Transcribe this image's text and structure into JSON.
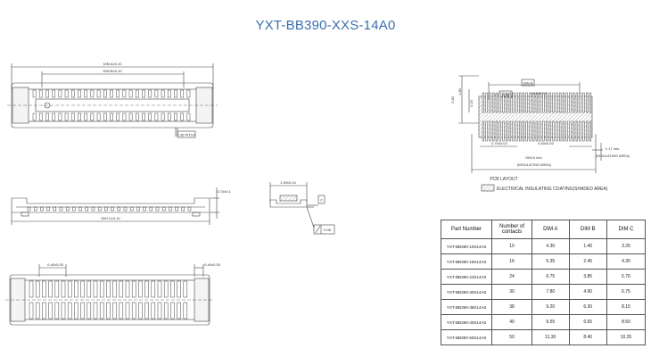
{
  "title": "YXT-BB390-XXS-14A0",
  "top_view": {
    "dim_a_label": "DIM A±0.10",
    "dim_b_label": "DIM B±0.10",
    "pitch_label": "0.35 PITCH"
  },
  "side_view": {
    "dim_c_label": "DIM C±0.10",
    "height_label": "0.70±0.1"
  },
  "section_view": {
    "width_label": "1.90±0.10",
    "flat_label": "0.08",
    "datum_label": "C"
  },
  "bottom_view": {
    "left_label": "0.40±0.05",
    "right_label": "0.40±0.05"
  },
  "pcb_layout": {
    "dim_b_label": "DIM B",
    "pad_w_label": "0.17±0.02",
    "pad_h_label": "0.35",
    "pad_len_label": "0.70±0.02",
    "gap_label": "0.63±0.02",
    "dim_a_label": "DIM A min.",
    "insulating_label": "(INSULATING AREA)",
    "right_min_label": "1.17 min.",
    "right_ins_label": "(INSULATING AREA)",
    "left_a": "2.80",
    "left_b": "1.80",
    "left_c": "0.20",
    "caption": "PCB LAYOUT",
    "legend": "ELECTRICAL INSULATING COATING(SHADED AREA)"
  },
  "table": {
    "headers": [
      "Part Number",
      "Number of contacts",
      "DIM A",
      "DIM B",
      "DIM C"
    ],
    "rows": [
      [
        "YXT-BB390-10S14A0",
        "10",
        "4.30",
        "1.40",
        "3.25"
      ],
      [
        "YXT-BB390-16S14A0",
        "16",
        "5.35",
        "2.45",
        "4.30"
      ],
      [
        "YXT-BB390-24S14A0",
        "24",
        "6.75",
        "3.85",
        "5.70"
      ],
      [
        "YXT-BB390-30S14A0",
        "30",
        "7.80",
        "4.90",
        "6.75"
      ],
      [
        "YXT-BB390-38S14A0",
        "38",
        "9.20",
        "6.30",
        "8.15"
      ],
      [
        "YXT-BB390-40S14A0",
        "40",
        "9.55",
        "6.65",
        "8.50"
      ],
      [
        "YXT-BB390-50S14A0",
        "50",
        "11.30",
        "8.40",
        "10.25"
      ]
    ]
  }
}
